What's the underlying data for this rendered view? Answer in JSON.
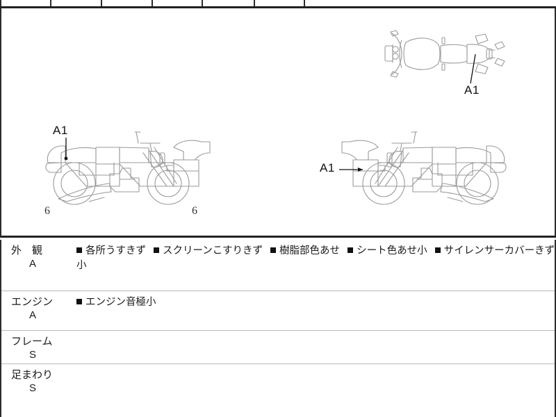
{
  "sheet": {
    "title": "motorcycle-inspection-condition-sheet"
  },
  "spec_strip": {
    "label": "clipped-spec-row",
    "cells": [
      "",
      "",
      "",
      "",
      "",
      "",
      ""
    ],
    "faint_text": ""
  },
  "diagrams": {
    "top_view": {
      "name": "motorcycle-top-view",
      "callout": "A1"
    },
    "left_view": {
      "name": "motorcycle-left-side-view",
      "callout": "A1",
      "marks": [
        "6",
        "6"
      ]
    },
    "right_view": {
      "name": "motorcycle-right-side-view",
      "callout": "A1"
    }
  },
  "condition_table": {
    "rows": [
      {
        "category": "外　観",
        "grade": "A",
        "notes": [
          "各所うすきず",
          "スクリーンこすりきず",
          "樹脂部色あせ",
          "シート色あせ小",
          "サイレンサーカバーきず"
        ],
        "notes_second_line": "小"
      },
      {
        "category": "エンジン",
        "grade": "A",
        "notes": [
          "エンジン音極小"
        ],
        "notes_second_line": ""
      },
      {
        "category": "フレーム",
        "grade": "S",
        "notes": [],
        "notes_second_line": ""
      },
      {
        "category": "足まわり",
        "grade": "S",
        "notes": [],
        "notes_second_line": ""
      }
    ]
  },
  "colors": {
    "line": "#2c2c2c",
    "drawing": "#9a9a9a",
    "text": "#1a1a1a"
  }
}
